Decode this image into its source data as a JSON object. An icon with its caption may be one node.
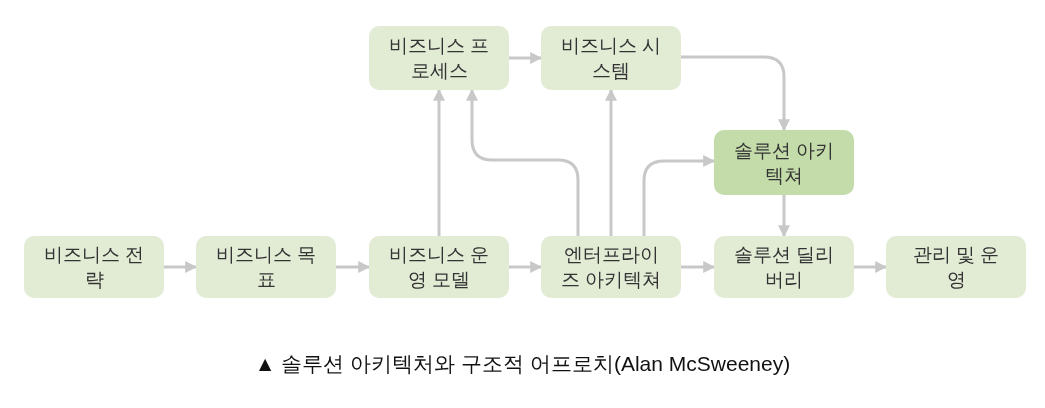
{
  "diagram": {
    "caption": "▲ 솔루션 아키텍처와 구조적 어프로치(Alan McSweeney)",
    "nodes": [
      {
        "text": [
          "비즈니스 전략"
        ]
      },
      {
        "text": [
          "비즈니스 목표"
        ]
      },
      {
        "text": [
          "비즈니스 운영 모델"
        ]
      },
      {
        "text": [
          "엔터프라이즈 아키텍쳐"
        ]
      },
      {
        "text": [
          "솔루션 딜리버리"
        ]
      },
      {
        "text": [
          "관리 및 운영"
        ]
      },
      {
        "text": [
          "비즈니스 프로세스"
        ]
      },
      {
        "text": [
          "비즈니스 시스템"
        ]
      },
      {
        "text": [
          "솔루션 아키텍쳐"
        ]
      }
    ],
    "edges": [
      {
        "from": 0,
        "to": 1,
        "arrow": "to"
      },
      {
        "from": 1,
        "to": 2,
        "arrow": "to"
      },
      {
        "from": 2,
        "to": 3,
        "arrow": "to"
      },
      {
        "from": 3,
        "to": 4,
        "arrow": "to"
      },
      {
        "from": 4,
        "to": 5,
        "arrow": "to"
      },
      {
        "from": 2,
        "to": 6,
        "arrow": "to"
      },
      {
        "from": 6,
        "to": 7,
        "arrow": "to"
      },
      {
        "from": 3,
        "to": 6,
        "arrow": "to"
      },
      {
        "from": 3,
        "to": 7,
        "arrow": "to"
      },
      {
        "from": 3,
        "to": 8,
        "arrow": "to"
      },
      {
        "from": 7,
        "to": 8,
        "arrow": "to"
      },
      {
        "from": 8,
        "to": 4,
        "arrow": "to"
      }
    ]
  }
}
